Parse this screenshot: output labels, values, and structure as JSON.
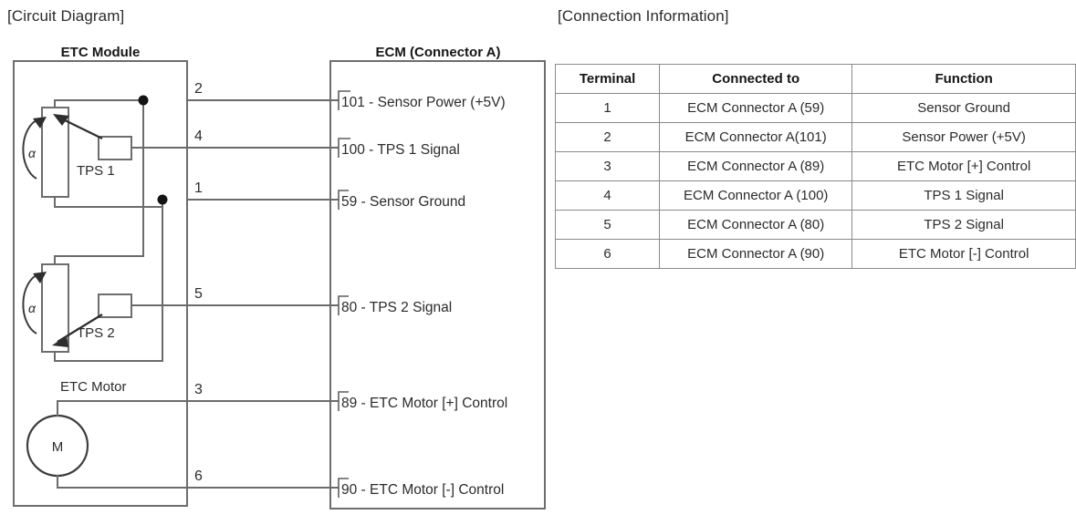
{
  "circuit": {
    "heading": "[Circuit Diagram]",
    "etc_module": {
      "label": "ETC Module",
      "components": [
        {
          "name": "TPS 1",
          "angle_symbol": "α"
        },
        {
          "name": "TPS 2",
          "angle_symbol": "α"
        }
      ],
      "motor": {
        "label": "ETC Motor",
        "symbol": "M"
      },
      "terminals": [
        "2",
        "4",
        "1",
        "5",
        "3",
        "6"
      ]
    },
    "ecm": {
      "label": "ECM (Connector A)",
      "pins": [
        {
          "number": "101",
          "text": "101 - Sensor Power (+5V)"
        },
        {
          "number": "100",
          "text": "100 - TPS 1 Signal"
        },
        {
          "number": "59",
          "text": "59 - Sensor Ground"
        },
        {
          "number": "80",
          "text": "80 - TPS 2 Signal"
        },
        {
          "number": "89",
          "text": "89 - ETC Motor [+] Control"
        },
        {
          "number": "90",
          "text": "90 - ETC Motor [-] Control"
        }
      ]
    }
  },
  "connection_info": {
    "heading": "[Connection Information]",
    "columns": [
      "Terminal",
      "Connected to",
      "Function"
    ],
    "rows": [
      [
        "1",
        "ECM Connector A (59)",
        "Sensor Ground"
      ],
      [
        "2",
        "ECM Connector A(101)",
        "Sensor Power (+5V)"
      ],
      [
        "3",
        "ECM Connector A (89)",
        "ETC Motor [+] Control"
      ],
      [
        "4",
        "ECM Connector A (100)",
        "TPS 1 Signal"
      ],
      [
        "5",
        "ECM Connector A (80)",
        "TPS 2 Signal"
      ],
      [
        "6",
        "ECM Connector A (90)",
        "ETC Motor [-] Control"
      ]
    ]
  }
}
